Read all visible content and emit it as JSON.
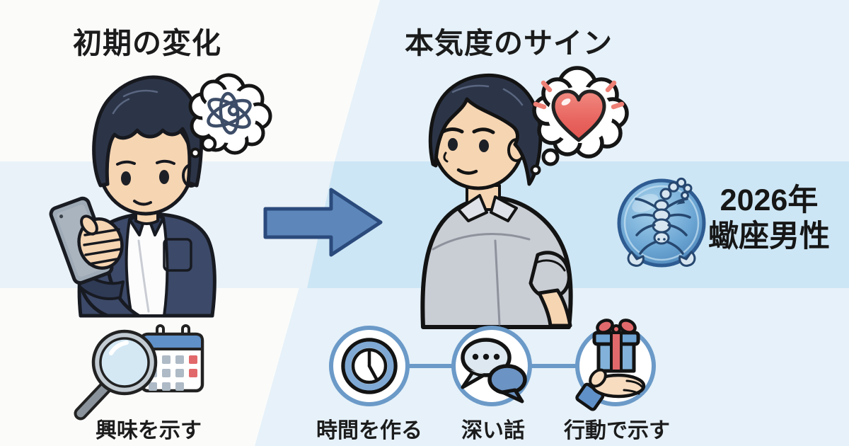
{
  "left_panel": {
    "title": "初期の変化",
    "caption": "興味を示す",
    "caption_icon": "magnifier-calendar-icon",
    "thought_icon": "confused-tangle-icon"
  },
  "right_panel": {
    "title": "本気度のサイン",
    "thought_icon": "heart-icon",
    "badge": {
      "year": "2026年",
      "sign": "蠍座男性",
      "symbol_icon": "scorpio-zodiac-icon"
    },
    "steps": [
      {
        "label": "時間を作る",
        "icon": "clock-icon"
      },
      {
        "label": "深い話",
        "icon": "chat-bubbles-icon"
      },
      {
        "label": "行動で示す",
        "icon": "gift-in-hand-icon"
      }
    ]
  },
  "colors": {
    "accent_blue": "#6b9ac8",
    "arrow_fill": "#5d87ba",
    "arrow_stroke": "#2b4a7c",
    "panel_left_bg": "#fbfcfa",
    "panel_right_bg": "#e6f1f9",
    "band_left": "#e9f2f8",
    "band_right": "#cde6f5",
    "heart_red": "#e8645f",
    "calendar_red": "#e2696b",
    "jacket_navy": "#3c4968",
    "shirt_gray": "#c9cdd4",
    "text": "#1b1b1b"
  }
}
